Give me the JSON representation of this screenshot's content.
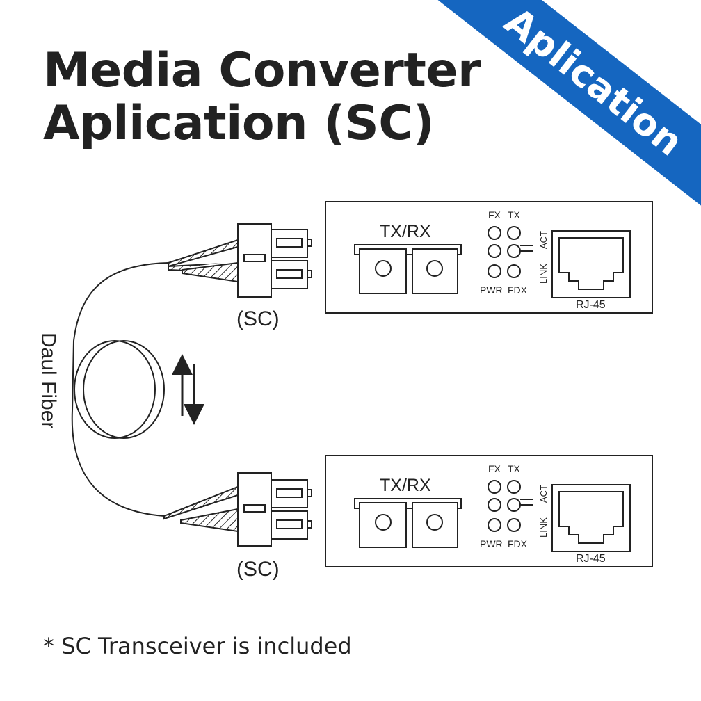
{
  "title": {
    "line1": "Media Converter",
    "line2": "Aplication (SC)"
  },
  "ribbon": {
    "label": "Aplication"
  },
  "cable": {
    "label": "Daul Fiber"
  },
  "converters": [
    {
      "port_label": "TX/RX",
      "led_labels": {
        "fx": "FX",
        "tx": "TX",
        "pwr": "PWR",
        "fdx": "FDX",
        "act": "ACT",
        "link": "LINK"
      },
      "rj45_label": "RJ-45",
      "connector_label": "(SC)"
    },
    {
      "port_label": "TX/RX",
      "led_labels": {
        "fx": "FX",
        "tx": "TX",
        "pwr": "PWR",
        "fdx": "FDX",
        "act": "ACT",
        "link": "LINK"
      },
      "rj45_label": "RJ-45",
      "connector_label": "(SC)"
    }
  ],
  "footnote": "* SC Transceiver is included",
  "colors": {
    "ribbon": "#1566c0",
    "ink": "#222222",
    "background": "#ffffff"
  }
}
